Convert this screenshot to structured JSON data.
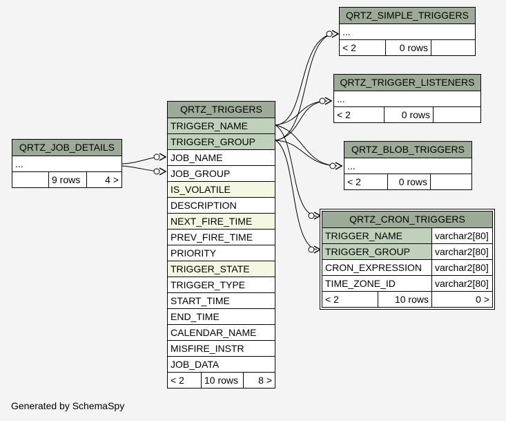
{
  "tables": {
    "job_details": {
      "title": "QRTZ_JOB_DETAILS",
      "ellipsis": "...",
      "foot": [
        "",
        "9 rows",
        "4 >"
      ]
    },
    "triggers": {
      "title": "QRTZ_TRIGGERS",
      "columns": [
        "TRIGGER_NAME",
        "TRIGGER_GROUP",
        "JOB_NAME",
        "JOB_GROUP",
        "IS_VOLATILE",
        "DESCRIPTION",
        "NEXT_FIRE_TIME",
        "PREV_FIRE_TIME",
        "PRIORITY",
        "TRIGGER_STATE",
        "TRIGGER_TYPE",
        "START_TIME",
        "END_TIME",
        "CALENDAR_NAME",
        "MISFIRE_INSTR",
        "JOB_DATA"
      ],
      "foot": [
        "< 2",
        "10 rows",
        "8 >"
      ]
    },
    "simple_triggers": {
      "title": "QRTZ_SIMPLE_TRIGGERS",
      "ellipsis": "...",
      "foot": [
        "< 2",
        "0 rows",
        ""
      ]
    },
    "trigger_listeners": {
      "title": "QRTZ_TRIGGER_LISTENERS",
      "ellipsis": "...",
      "foot": [
        "< 2",
        "0 rows",
        ""
      ]
    },
    "blob_triggers": {
      "title": "QRTZ_BLOB_TRIGGERS",
      "ellipsis": "...",
      "foot": [
        "< 2",
        "0 rows",
        ""
      ]
    },
    "cron_triggers": {
      "title": "QRTZ_CRON_TRIGGERS",
      "columns": [
        "TRIGGER_NAME",
        "TRIGGER_GROUP",
        "CRON_EXPRESSION",
        "TIME_ZONE_ID"
      ],
      "types": [
        "varchar2[80]",
        "varchar2[80]",
        "varchar2[80]",
        "varchar2[80]"
      ],
      "foot": [
        "< 2",
        "10 rows",
        "0 >"
      ]
    }
  },
  "footer_text": "Generated by SchemaSpy",
  "colors": {
    "header": "#9daa98",
    "primary_key": "#bfd0bb",
    "indexed": "#f5f7e2",
    "background": "#f4f4f4"
  }
}
